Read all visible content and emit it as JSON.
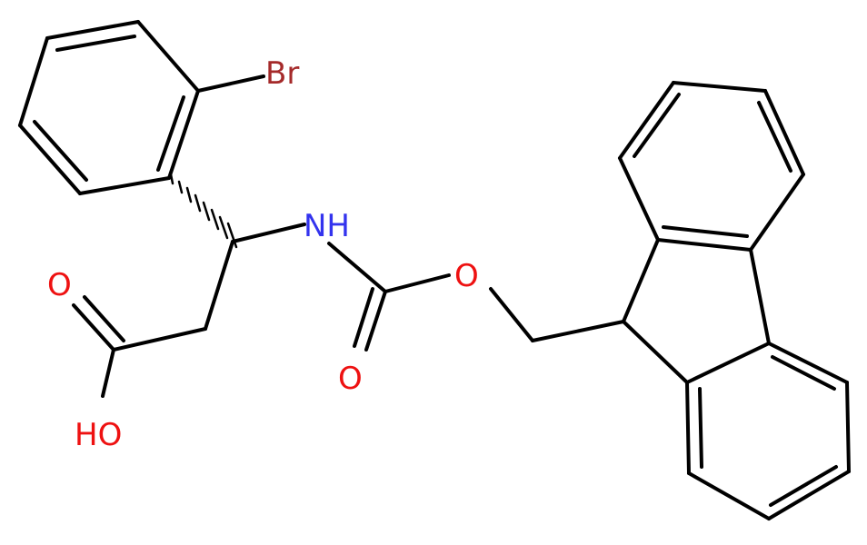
{
  "atoms": [
    {
      "id": "Br",
      "label": "Br",
      "color": "#a52a2a"
    },
    {
      "id": "N",
      "label": "NH",
      "color": "#3333ee"
    },
    {
      "id": "O_acid",
      "label": "O",
      "color": "#ee1111"
    },
    {
      "id": "OH",
      "label": "HO",
      "color": "#ee1111"
    },
    {
      "id": "O_ester",
      "label": "O",
      "color": "#ee1111"
    },
    {
      "id": "O_carbonyl",
      "label": "O",
      "color": "#ee1111"
    }
  ],
  "colors": {
    "bond": "#000000",
    "background": "#ffffff"
  }
}
